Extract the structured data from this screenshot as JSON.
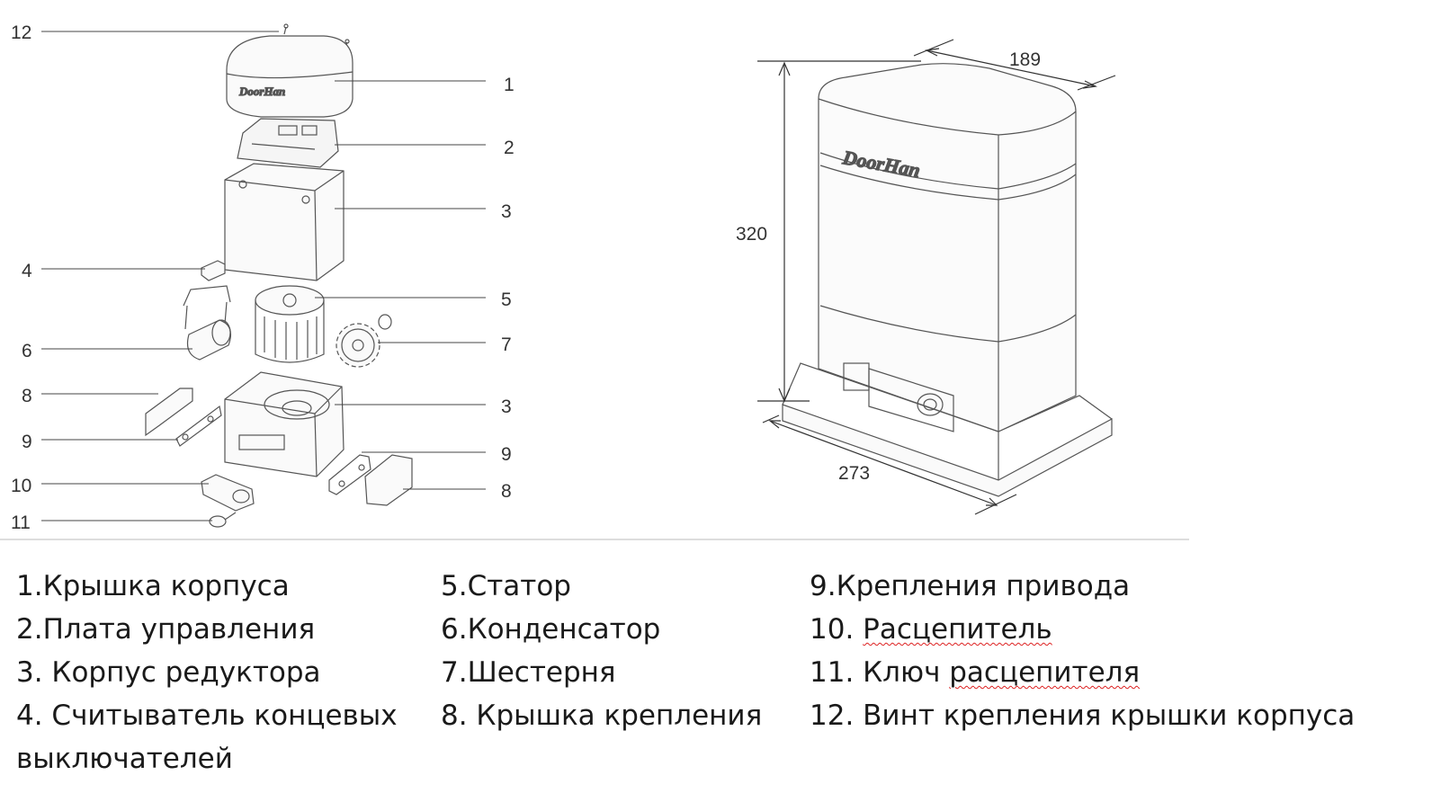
{
  "diagram": {
    "brand": "DoorHan",
    "callouts": [
      "12",
      "1",
      "2",
      "3",
      "4",
      "5",
      "6",
      "7",
      "8",
      "3",
      "9",
      "9",
      "10",
      "8",
      "11"
    ],
    "dimensions": {
      "depth": "189",
      "height": "320",
      "width": "273"
    }
  },
  "legend": {
    "col1": [
      "1.Крышка корпуса",
      "2.Плата управления",
      "3. Корпус редуктора",
      "4. Считыватель концевых",
      "выключателей"
    ],
    "col2": [
      "5.Статор",
      "6.Конденсатор",
      "7.Шестерня",
      "8. Крышка крепления"
    ],
    "col3": {
      "item9": "9.Крепления привода",
      "item10_prefix": "10. ",
      "item10_word": "Расцепитель",
      "item11_prefix": "11. Ключ ",
      "item11_word": "расцепителя",
      "item12": "12. Винт крепления крышки корпуса"
    }
  }
}
